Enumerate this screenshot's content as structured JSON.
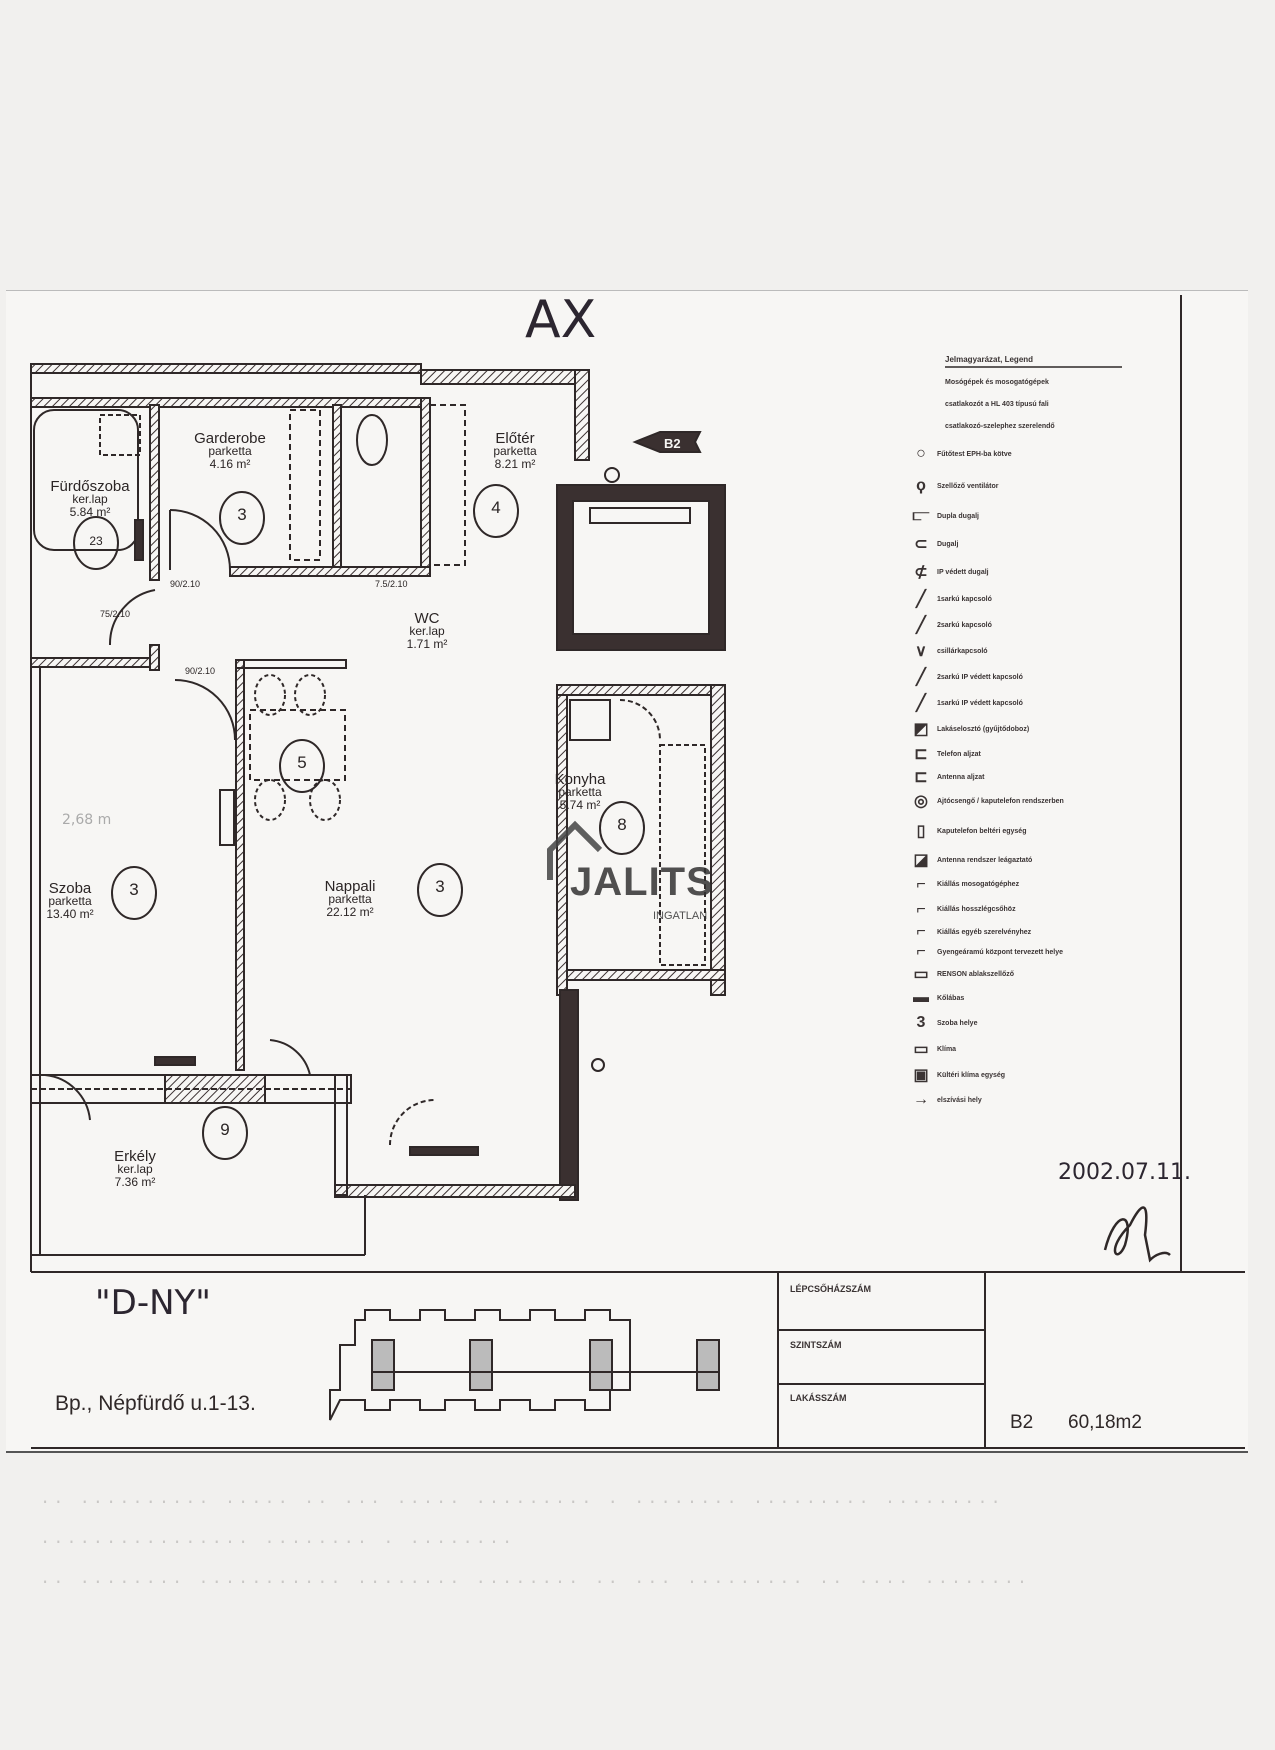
{
  "header_mark": "AX",
  "rooms": [
    {
      "name": "Fürdőszoba",
      "floor": "ker.lap",
      "area": "5.84 m²"
    },
    {
      "name": "Garderobe",
      "floor": "parketta",
      "area": "4.16 m²"
    },
    {
      "name": "Előtér",
      "floor": "parketta",
      "area": "8.21 m²"
    },
    {
      "name": "WC",
      "floor": "ker.lap",
      "area": "1.71 m²"
    },
    {
      "name": "Szoba",
      "floor": "parketta",
      "area": "13.40 m²"
    },
    {
      "name": "Nappali",
      "floor": "parketta",
      "area": "22.12 m²"
    },
    {
      "name": "Konyha",
      "floor": "parketta",
      "area": "5.74 m²"
    },
    {
      "name": "Erkély",
      "floor": "ker.lap",
      "area": "7.36 m²"
    }
  ],
  "markers": [
    "3",
    "4",
    "5",
    "3",
    "3",
    "8",
    "9",
    "23"
  ],
  "door_labels": [
    "90/2.10",
    "75/2.10",
    "7.5/2.10",
    "90/2.10"
  ],
  "apartment_tag": "B2",
  "handwritten_height": "2,68 m",
  "legend": {
    "title": "Jelmagyarázat, Legend",
    "items": [
      "Mosógépek és mosogatógépek",
      "csatlakozót a HL 403 típusú fali",
      "csatlakozó-szelephez szerelendő",
      "Fűtőtest EPH-ba kötve",
      "Szellőző ventilátor",
      "Dupla dugalj",
      "Dugalj",
      "IP védett dugalj",
      "1sarkú kapcsoló",
      "2sarkú kapcsoló",
      "csillárkapcsoló",
      "2sarkú IP védett kapcsoló",
      "1sarkú IP védett kapcsoló",
      "Lakáselosztó (gyűjtődoboz)",
      "Telefon aljzat",
      "Antenna aljzat",
      "Ajtócsengő / kaputelefon rendszerben",
      "Kaputelefon beltéri egység",
      "Antenna rendszer leágaztató",
      "Kiállás mosogatógéphez",
      "Kiállás hosszlégcsőhöz",
      "Kiállás egyéb szerelvényhez",
      "Gyengeáramú központ tervezett helye",
      "RENSON ablakszellőző",
      "Kőlábas",
      "Szoba helye",
      "Klíma",
      "Kültéri klíma egység",
      "elszívási hely"
    ]
  },
  "date": "2002.07.11.",
  "orientation_note": "\"D-NY\"",
  "address": "Bp., Népfürdő u.1-13.",
  "title_block": {
    "stair_label": "LÉPCSŐHÁZSZÁM",
    "level_label": "SZINTSZÁM",
    "unit_label": "LAKÁSSZÁM",
    "unit": "B2",
    "area": "60,18m2"
  },
  "logo": {
    "name": "JALITS",
    "sub": "INGATLAN"
  },
  "colors": {
    "ink": "#2f2828",
    "paper": "#f7f6f4"
  }
}
